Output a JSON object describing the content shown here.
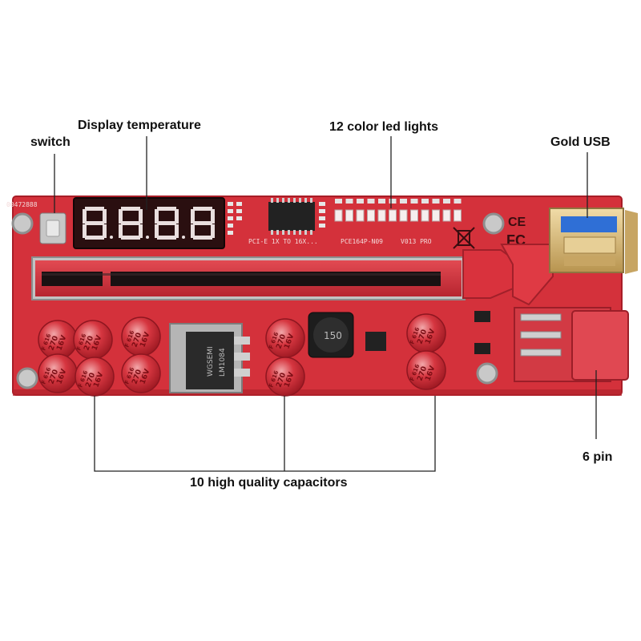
{
  "callouts": {
    "switch": "switch",
    "display_temperature": "Display temperature",
    "led_lights": "12 color led lights",
    "gold_usb": "Gold USB",
    "six_pin": "6 pin",
    "capacitors": "10 high quality capacitors"
  },
  "board": {
    "serial": "00472888",
    "pci_text": "PCI-E 1X TO 16X...",
    "model_text": "PCE164P-N09",
    "version_text": "V013 PRO",
    "inductor_marking": "150",
    "regulator_brand": "WGSEMI",
    "regulator_part": "LM1084",
    "ce_mark": "CE",
    "fc_mark": "FC"
  },
  "capacitor_marking": {
    "letter": "F",
    "code": "616",
    "capacitance": "270",
    "voltage": "16V"
  },
  "colors": {
    "board": "#d4313b",
    "board_edge": "#a81d27",
    "silkscreen": "#f3d9d9",
    "display_bg": "#2a0f10",
    "led_segment": "#e9dede",
    "slot_black": "#1a1112",
    "usb_gold": "#d9b877",
    "usb_blue": "#2f6fd6",
    "capacitor": "#c8262f"
  }
}
